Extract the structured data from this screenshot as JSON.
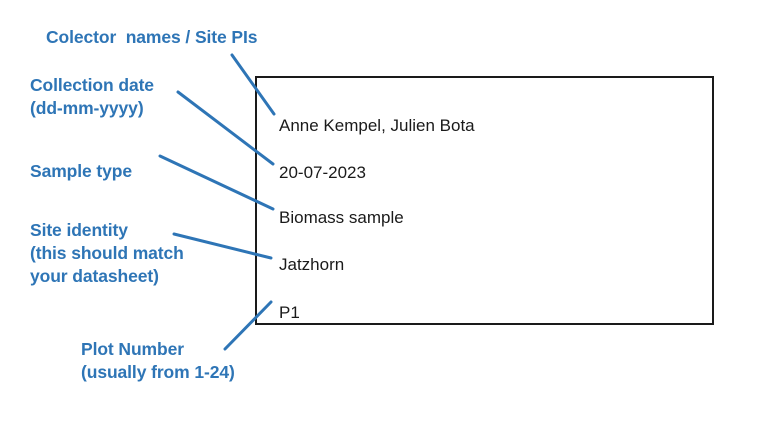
{
  "figure": {
    "type": "annotated-label-diagram",
    "background_color": "#ffffff",
    "annotation_color": "#2E75B6",
    "label_text_color": "#1a1a1a",
    "box_border_color": "#1a1a1a"
  },
  "annotations": [
    {
      "key": "collector",
      "name": "collector-names-annotation",
      "lines": [
        "Colector  names / Site PIs"
      ],
      "text": "Colector  names / Site PIs",
      "points_to": "Anne Kempel, Julien Bota"
    },
    {
      "key": "collection_date",
      "name": "collection-date-annotation",
      "lines": [
        "Collection date",
        "(dd-mm-yyyy)"
      ],
      "text": "Collection date\n(dd-mm-yyyy)",
      "points_to": "20-07-2023"
    },
    {
      "key": "sample_type",
      "name": "sample-type-annotation",
      "lines": [
        "Sample type"
      ],
      "text": "Sample type",
      "points_to": "Biomass sample"
    },
    {
      "key": "site_identity",
      "name": "site-identity-annotation",
      "lines": [
        "Site identity",
        "(this should match",
        "your datasheet)"
      ],
      "text": "Site identity\n(this should match\nyour datasheet)",
      "points_to": "Jatzhorn"
    },
    {
      "key": "plot_number",
      "name": "plot-number-annotation",
      "lines": [
        "Plot Number",
        "(usually from 1-24)"
      ],
      "text": "Plot Number\n(usually from 1-24)",
      "points_to": "P1"
    }
  ],
  "label_box": {
    "name": "sample-label-box",
    "entries": [
      {
        "field": "collector_names",
        "value": "Anne Kempel, Julien Bota"
      },
      {
        "field": "collection_date",
        "value": "20-07-2023"
      },
      {
        "field": "sample_type",
        "value": "Biomass sample"
      },
      {
        "field": "site_identity",
        "value": "Jatzhorn"
      },
      {
        "field": "plot_number",
        "value": "P1"
      }
    ]
  }
}
